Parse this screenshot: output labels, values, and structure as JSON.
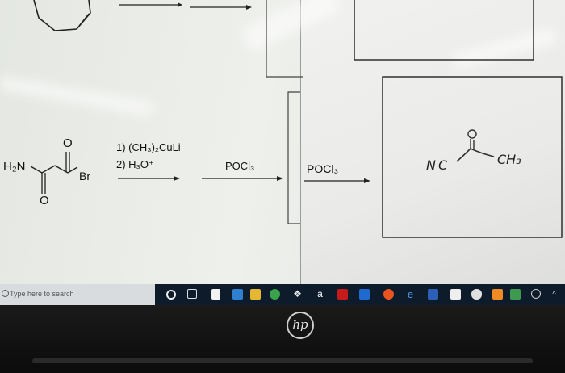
{
  "reaction": {
    "reagent_step1": "1) (CH₃)₂CuLi",
    "reagent_step2": "2) H₃O⁺",
    "reagent_pocl3_a": "POCl₃",
    "reagent_pocl3_b": "POCl₃",
    "start_amine": "H₂N",
    "start_bromide": "Br",
    "oxygen_top": "O",
    "oxygen_bottom": "O",
    "product_nitrile": "NC",
    "product_methyl": "CH₃"
  },
  "taskbar": {
    "search_placeholder": "Type here to search",
    "store_letter": "a",
    "edge_letter": "e"
  },
  "colors": {
    "taskbar": "#0e1b2a",
    "search_box": "#d9dcdf"
  }
}
